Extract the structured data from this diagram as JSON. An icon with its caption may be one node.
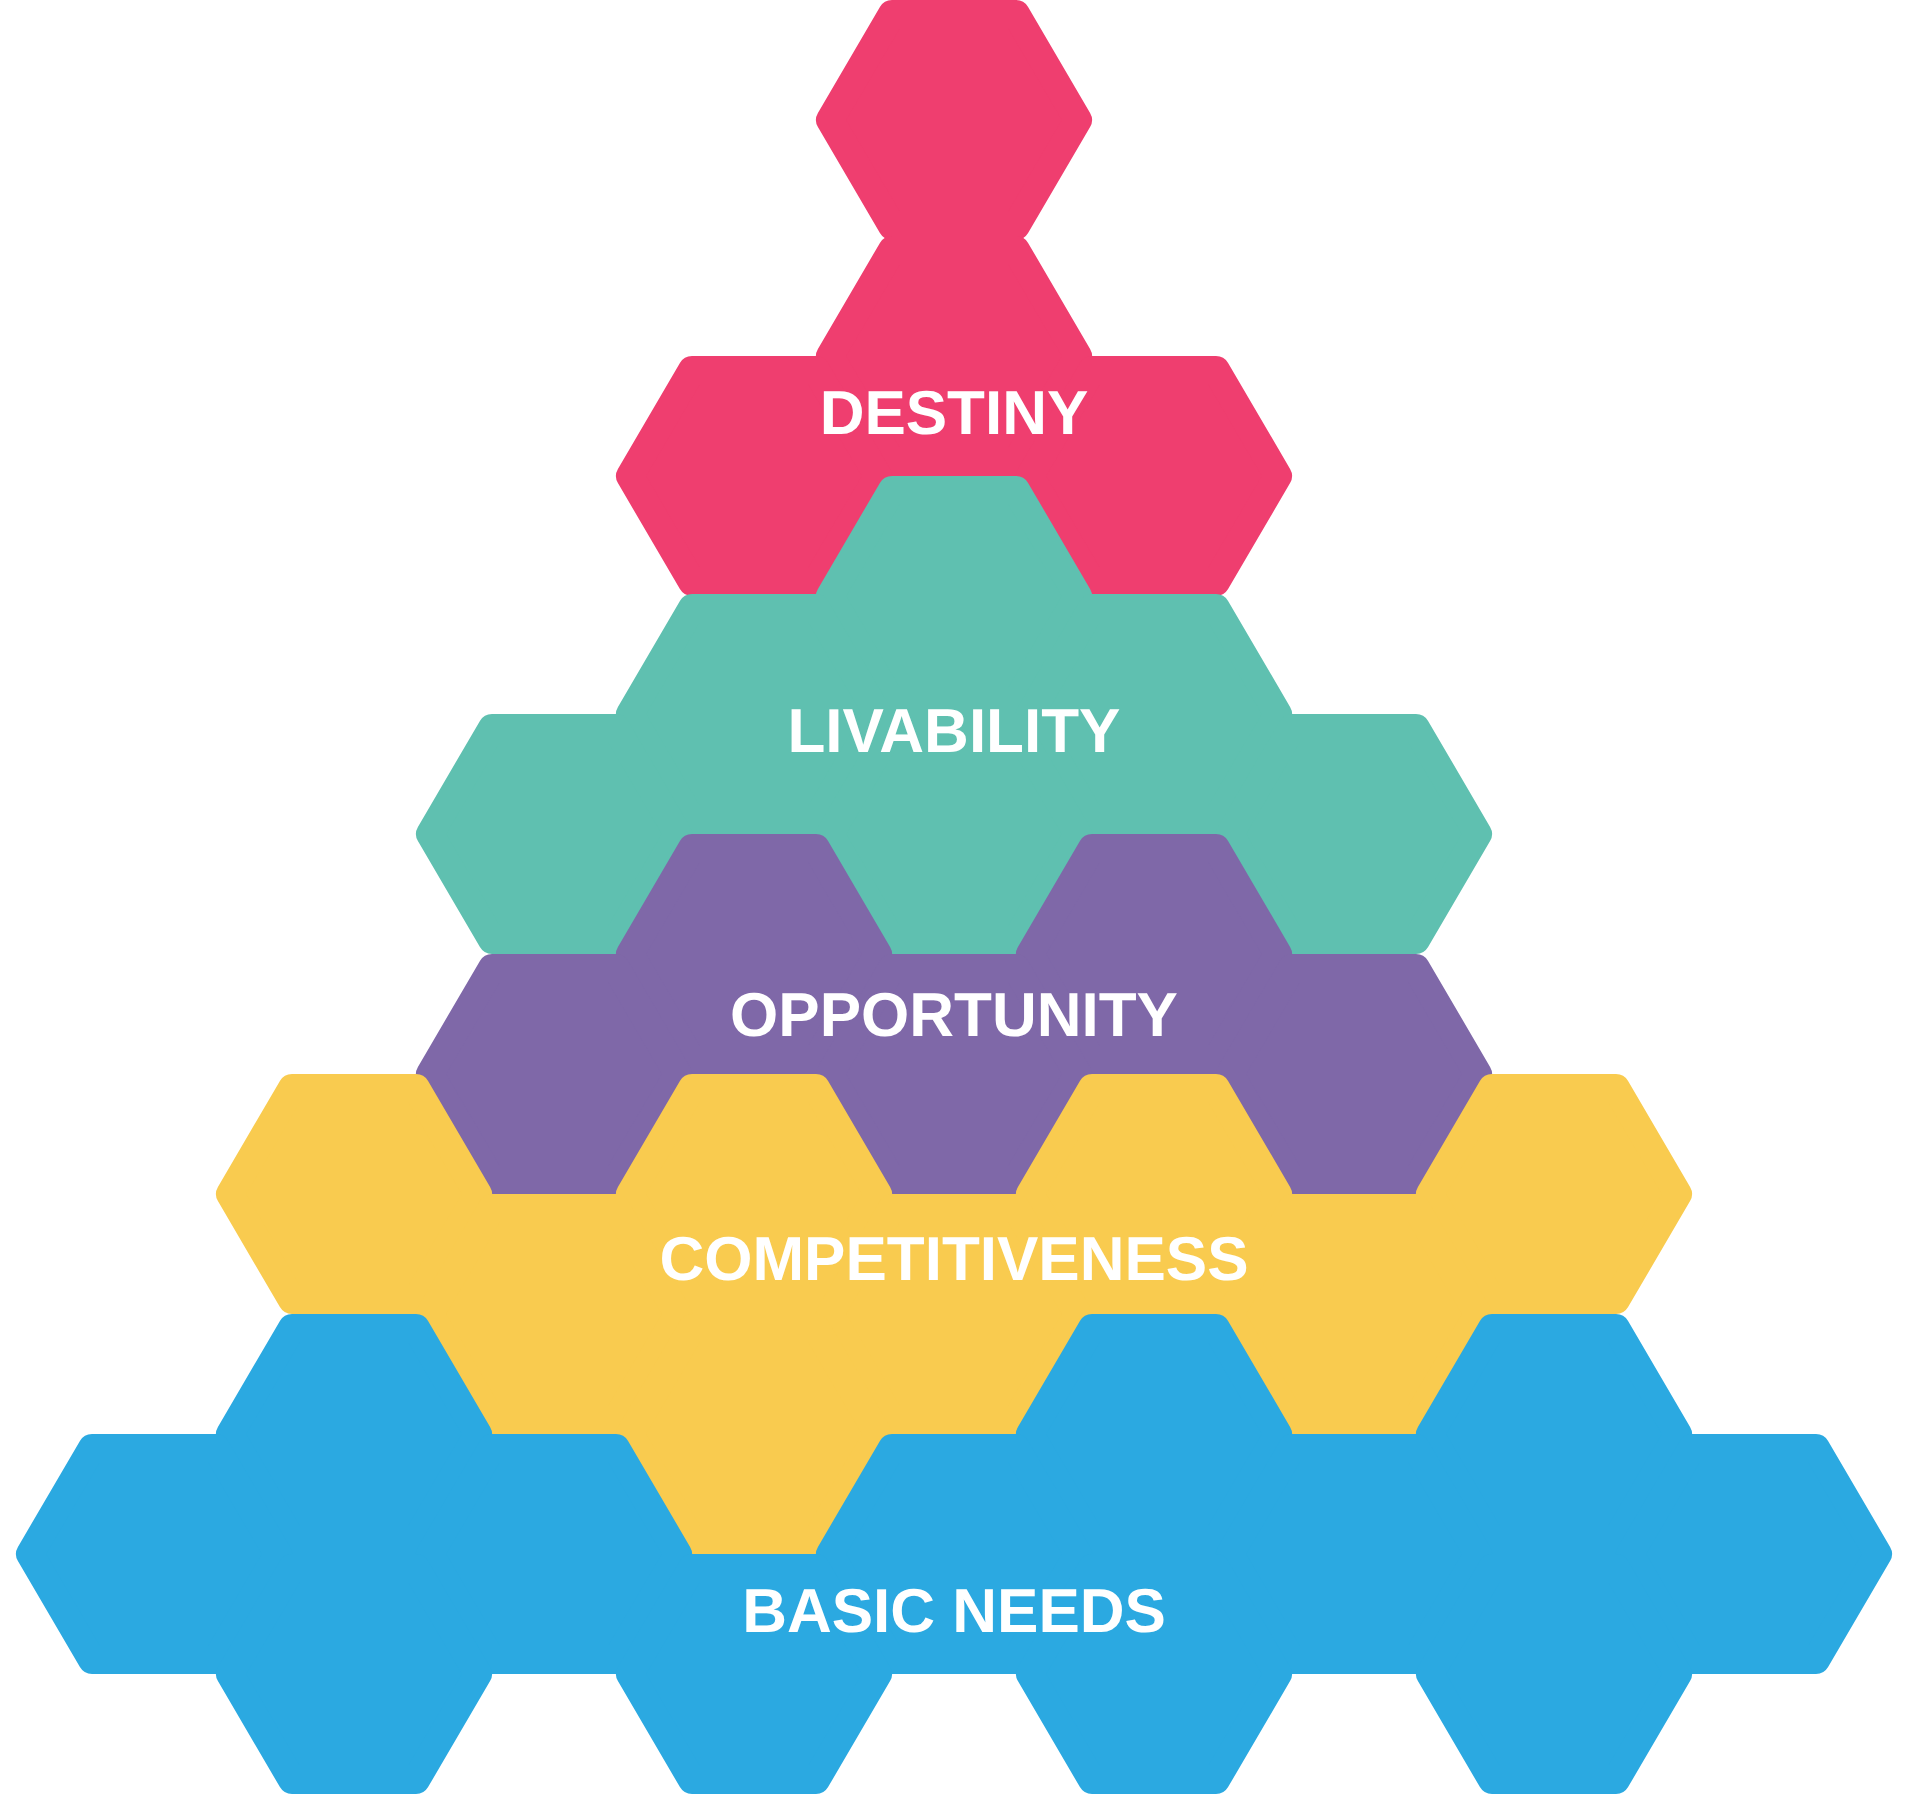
{
  "diagram": {
    "nodes": [
      {
        "text": [
          "DESTINY"
        ]
      },
      {
        "text": [
          "LIVABILITY"
        ]
      },
      {
        "text": [
          "OPPORTUNITY"
        ]
      },
      {
        "text": [
          "COMPETITIVENESS"
        ]
      },
      {
        "text": [
          "BASIC NEEDS"
        ]
      }
    ]
  }
}
